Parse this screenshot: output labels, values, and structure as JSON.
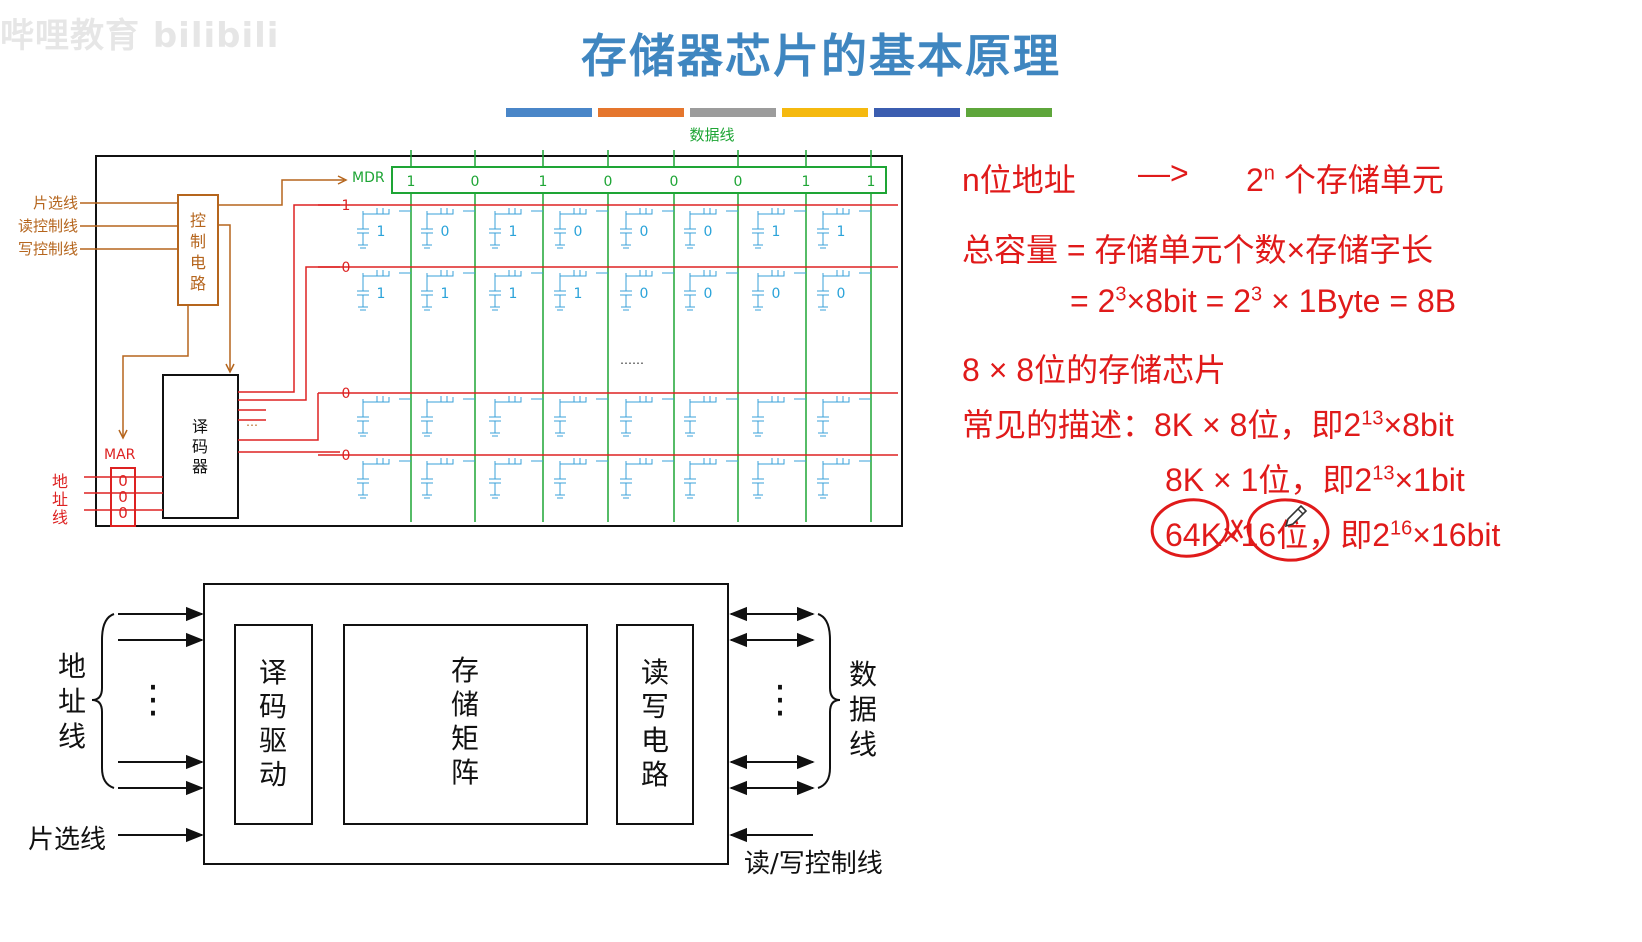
{
  "watermark": "哔哩教育 bilibili",
  "title": "存储器芯片的基本原理",
  "colors": {
    "title": "#3f86c0",
    "red": "#e01a1a",
    "brown": "#b5651d",
    "green": "#1ea535",
    "blue": "#2aa3d9",
    "bars": [
      "#4a86c8",
      "#e5762d",
      "#9c9c9c",
      "#f5b90f",
      "#3b5db0",
      "#5ea63b"
    ]
  },
  "diagram": {
    "data_line": "数据线",
    "mdr": "MDR",
    "mdr_bits": [
      "1",
      "0",
      "1",
      "0",
      "0",
      "0",
      "1",
      "1"
    ],
    "ctrl_inputs": [
      "片选线",
      "读控制线",
      "写控制线"
    ],
    "ctrl_box": [
      "控",
      "制",
      "电",
      "路"
    ],
    "decoder": [
      "译",
      "码",
      "器"
    ],
    "decoder_dots": "…",
    "mar": "MAR",
    "mar_bits": [
      "0",
      "0",
      "0"
    ],
    "addr_label": [
      "地",
      "址",
      "线"
    ],
    "row_selects": [
      "1",
      "0",
      "0",
      "0"
    ],
    "row_values": [
      [
        "1",
        "0",
        "1",
        "0",
        "0",
        "0",
        "1",
        "1"
      ],
      [
        "1",
        "1",
        "1",
        "1",
        "0",
        "0",
        "0",
        "0"
      ]
    ],
    "ellipsis": "……"
  },
  "block": {
    "addr_label": [
      "地",
      "址",
      "线"
    ],
    "data_label": [
      "数",
      "据",
      "线"
    ],
    "decoder": [
      "译",
      "码",
      "驱",
      "动"
    ],
    "matrix": [
      "存",
      "储",
      "矩",
      "阵"
    ],
    "rw": [
      "读",
      "写",
      "电",
      "路"
    ],
    "chip_select": "片选线",
    "rw_control": "读/写控制线",
    "vdots": "⋮"
  },
  "formulas": {
    "l1_a": "n位地址",
    "l1_arrow": "—>",
    "l1_b_pre": "2",
    "l1_b_sup": "n",
    "l1_b_post": " 个存储单元",
    "l2": "总容量 = 存储单元个数×存储字长",
    "l3_a": "= 2",
    "l3_sup1": "3",
    "l3_b": "×8bit = 2",
    "l3_sup2": "3",
    "l3_c": " × 1Byte = 8B",
    "l4": "8 × 8位的存储芯片",
    "l5_a": "常见的描述：8K × 8位，即2",
    "l5_sup": "13",
    "l5_b": "×8bit",
    "l6_a": "8K × 1位，即2",
    "l6_sup": "13",
    "l6_b": "×1bit",
    "l7_k": "64K",
    "l7_x": "×",
    "l7_w": "16位",
    "l7_a": "，即2",
    "l7_sup": "16",
    "l7_b": "×16bit"
  }
}
